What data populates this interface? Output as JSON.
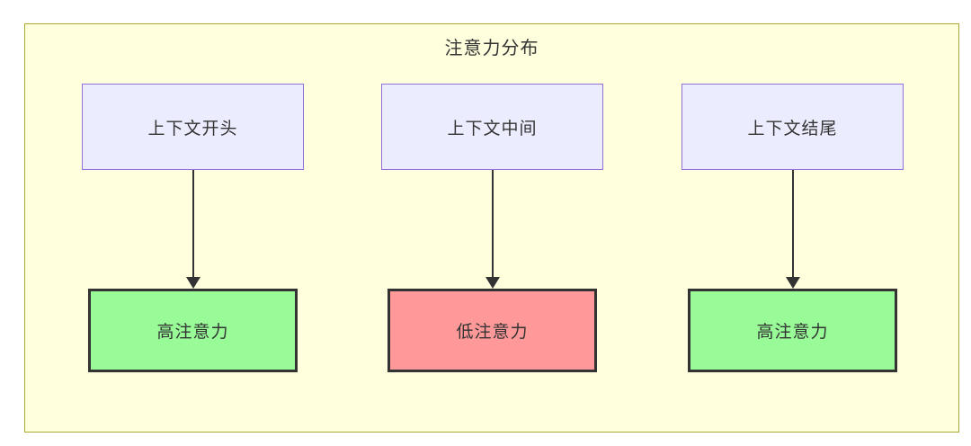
{
  "diagram": {
    "title": "注意力分布",
    "columns": [
      {
        "source": "上下文开头",
        "result": "高注意力",
        "result_type": "high"
      },
      {
        "source": "上下文中间",
        "result": "低注意力",
        "result_type": "low"
      },
      {
        "source": "上下文结尾",
        "result": "高注意力",
        "result_type": "high"
      }
    ],
    "colors": {
      "container_fill": "#ffffde",
      "container_border": "#aaaa33",
      "source_fill": "#ececff",
      "source_border": "#9370db",
      "high_attention_fill": "#98fb98",
      "low_attention_fill": "#ff9999",
      "result_border": "#333333",
      "arrow": "#333333",
      "text": "#333333"
    }
  }
}
